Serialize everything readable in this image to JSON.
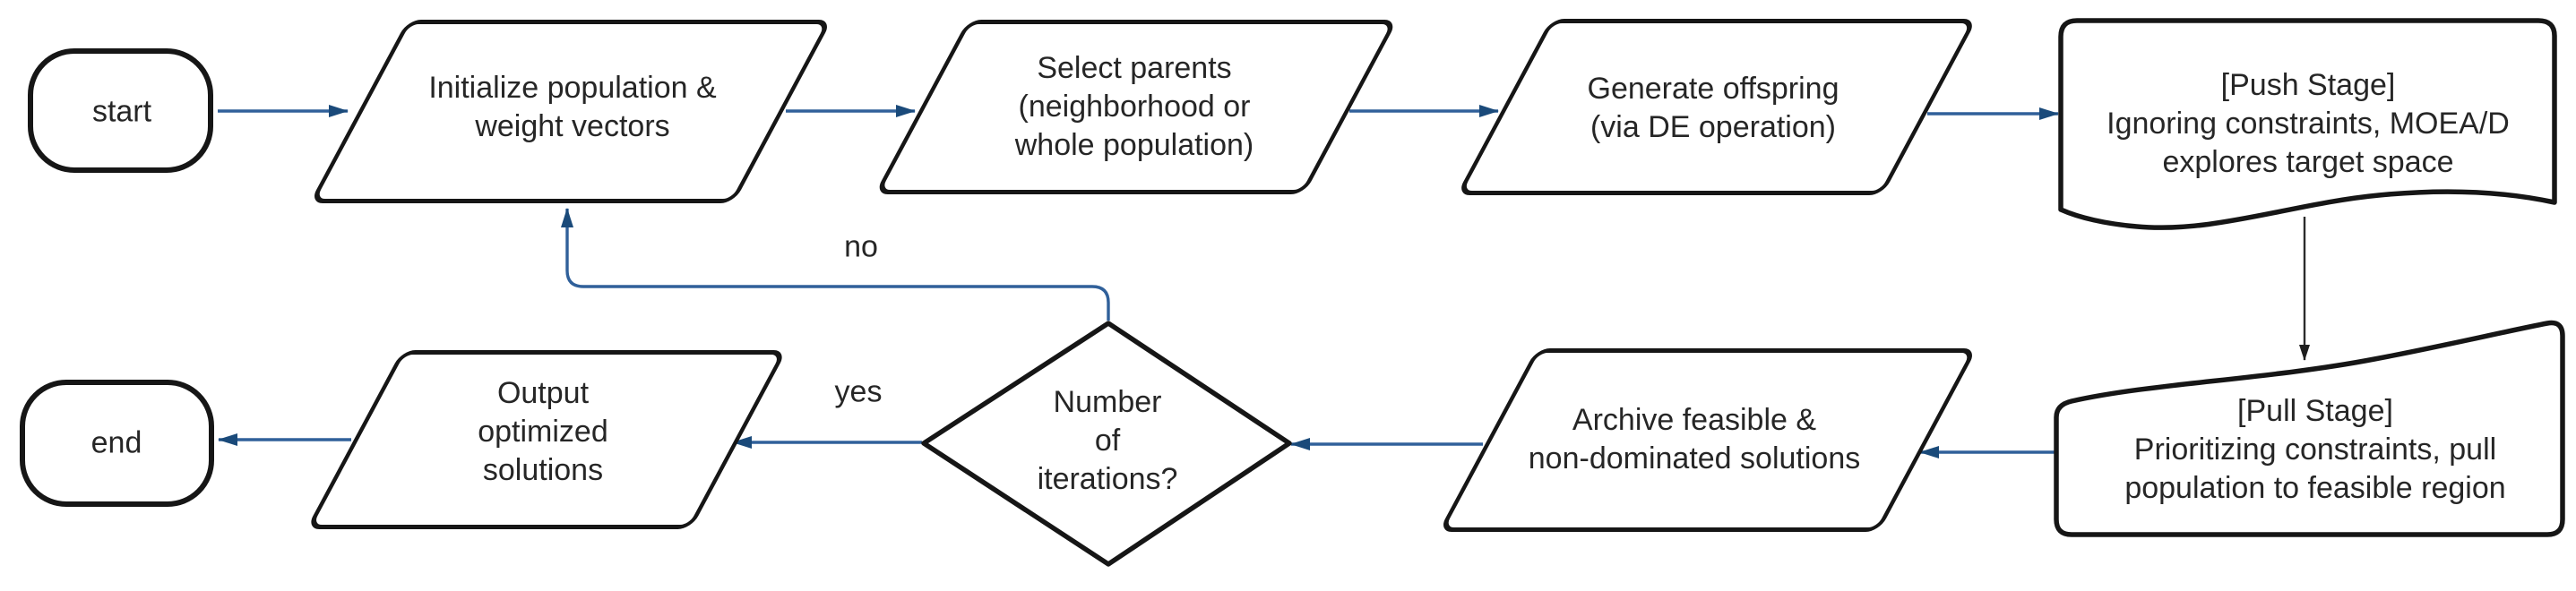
{
  "diagram": {
    "type": "flowchart",
    "nodes": {
      "start": {
        "label": "start",
        "shape": "terminator"
      },
      "init": {
        "label": "Initialize population &\nweight vectors",
        "shape": "parallelogram"
      },
      "select": {
        "label": "Select parents\n(neighborhood or\nwhole population)",
        "shape": "parallelogram"
      },
      "offspring": {
        "label": "Generate offspring\n(via DE operation)",
        "shape": "parallelogram"
      },
      "push": {
        "label": "[Push Stage]\nIgnoring constraints, MOEA/D\nexplores target space",
        "shape": "document"
      },
      "pull": {
        "label": "[Pull Stage]\nPrioritizing constraints, pull\npopulation to feasible region",
        "shape": "document-flipped"
      },
      "archive": {
        "label": "Archive feasible &\nnon-dominated solutions",
        "shape": "parallelogram"
      },
      "decision": {
        "label": "Number\nof\niterations?",
        "shape": "diamond"
      },
      "output": {
        "label": "Output\noptimized\nsolutions",
        "shape": "parallelogram"
      },
      "end": {
        "label": "end",
        "shape": "terminator"
      }
    },
    "edge_labels": {
      "no": "no",
      "yes": "yes"
    },
    "colors": {
      "background": "#ffffff",
      "shape_border": "#161616",
      "text": "#262626",
      "arrow_blue": "#30609a",
      "arrowhead_blue": "#1a4a7a",
      "arrow_black": "#2b2b2b"
    }
  }
}
